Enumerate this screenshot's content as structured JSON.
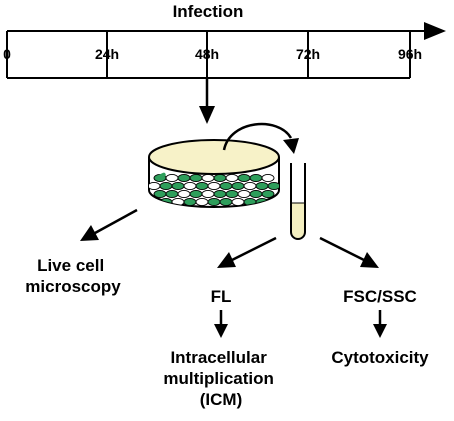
{
  "timeline": {
    "title": "Infection",
    "ticks": [
      "0",
      "24h",
      "48h",
      "72h",
      "96h"
    ]
  },
  "outputs": {
    "live_cell": [
      "Live cell",
      "microscopy"
    ],
    "fl": "FL",
    "icm": [
      "Intracellular",
      "multiplication",
      "(ICM)"
    ],
    "fsc_ssc": "FSC/SSC",
    "cytotoxicity": "Cytotoxicity"
  },
  "colors": {
    "stroke": "#000000",
    "infected_cell": "#2e9e5b",
    "uninfected_cell": "#ffffff",
    "dish_medium": "#f7f2c8",
    "tube_liquid": "#f4efc0"
  }
}
